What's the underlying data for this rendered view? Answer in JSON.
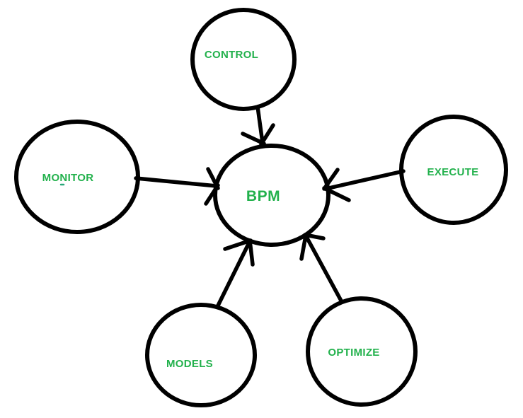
{
  "diagram": {
    "center_node": {
      "label": "BPM"
    },
    "satellites": [
      {
        "label": "CONTROL"
      },
      {
        "label": "MONITOR"
      },
      {
        "label": "EXECUTE"
      },
      {
        "label": "MODELS"
      },
      {
        "label": "OPTIMIZE"
      }
    ],
    "colors": {
      "label_green": "#22B14C",
      "line_black": "#000000",
      "background_white": "#FFFFFF"
    }
  }
}
